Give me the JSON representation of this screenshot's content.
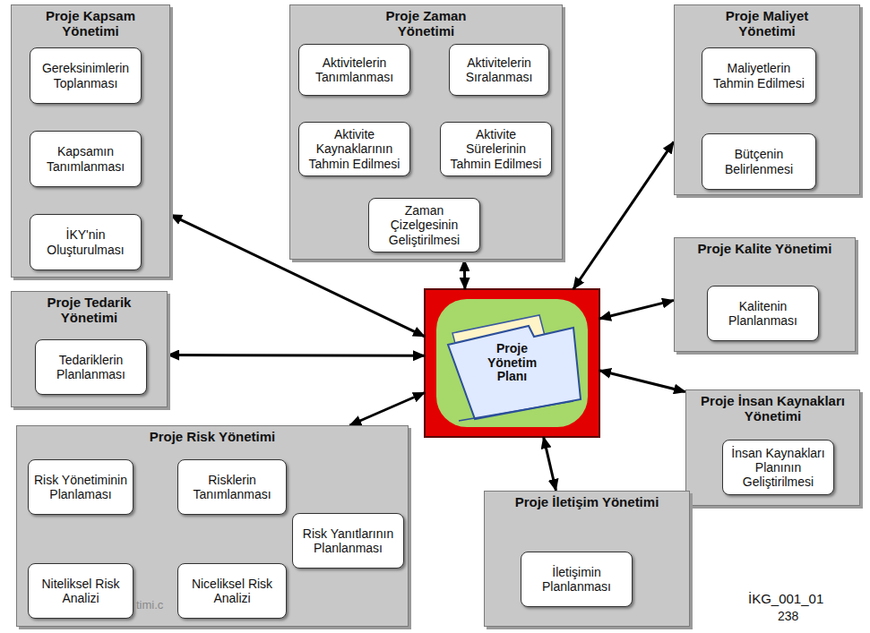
{
  "diagram": {
    "nodes": [
      {
        "text": [
          "Proje Kapsam Yönetimi"
        ]
      },
      {
        "text": [
          "Gereksinimlerin Toplanması"
        ],
        "in": 0
      },
      {
        "text": [
          "Kapsamın Tanımlanması"
        ],
        "in": 0
      },
      {
        "text": [
          "İKY'nin Oluşturulması"
        ],
        "in": 0
      },
      {
        "text": [
          "Proje Zaman Yönetimi"
        ]
      },
      {
        "text": [
          "Aktivitelerin Tanımlanması"
        ],
        "in": 4
      },
      {
        "text": [
          "Aktivitelerin Sıralanması"
        ],
        "in": 4
      },
      {
        "text": [
          "Aktivite Kaynaklarının Tahmin Edilmesi"
        ],
        "in": 4
      },
      {
        "text": [
          "Aktivite Sürelerinin Tahmin Edilmesi"
        ],
        "in": 4
      },
      {
        "text": [
          "Zaman Çizelgesinin Geliştirilmesi"
        ],
        "in": 4
      },
      {
        "text": [
          "Proje Maliyet Yönetimi"
        ]
      },
      {
        "text": [
          "Maliyetlerin Tahmin Edilmesi"
        ],
        "in": 10
      },
      {
        "text": [
          "Bütçenin Belirlenmesi"
        ],
        "in": 10
      },
      {
        "text": [
          "Proje Tedarik Yönetimi"
        ]
      },
      {
        "text": [
          "Tedariklerin Planlanması"
        ],
        "in": 13
      },
      {
        "text": [
          "Proje Yönetim Planı"
        ]
      },
      {
        "text": [
          "Proje Kalite Yönetimi"
        ]
      },
      {
        "text": [
          "Kalitenin Planlanması"
        ],
        "in": 16
      },
      {
        "text": [
          "Proje İnsan Kaynakları Yönetimi"
        ]
      },
      {
        "text": [
          "İnsan Kaynakları Planının Geliştirilmesi"
        ],
        "in": 18
      },
      {
        "text": [
          "Proje Risk Yönetimi"
        ]
      },
      {
        "text": [
          "Risk Yönetiminin Planlaması"
        ],
        "in": 20
      },
      {
        "text": [
          "Risklerin Tanımlanması"
        ],
        "in": 20
      },
      {
        "text": [
          "Risk Yanıtlarının Planlanması"
        ],
        "in": 20
      },
      {
        "text": [
          "Niteliksel Risk Analizi"
        ],
        "in": 20
      },
      {
        "text": [
          "Niceliksel Risk Analizi"
        ],
        "in": 20
      },
      {
        "text": [
          "Proje İletişim Yönetimi"
        ]
      },
      {
        "text": [
          "İletişimin Planlanması"
        ],
        "in": 26
      }
    ],
    "edges": [
      {
        "from": 1,
        "to": 2,
        "arrow": "both"
      },
      {
        "from": 2,
        "to": 3,
        "arrow": "both"
      },
      {
        "from": 5,
        "to": 6,
        "arrow": "both"
      },
      {
        "from": 5,
        "to": 7,
        "arrow": "both"
      },
      {
        "from": 6,
        "to": 8,
        "arrow": "both"
      },
      {
        "from": 7,
        "to": 8,
        "arrow": "both"
      },
      {
        "from": 5,
        "to": 8,
        "arrow": "both"
      },
      {
        "from": 6,
        "to": 7,
        "arrow": "both"
      },
      {
        "from": 5,
        "to": 9,
        "arrow": "both"
      },
      {
        "from": 6,
        "to": 9,
        "arrow": "both"
      },
      {
        "from": 7,
        "to": 9,
        "arrow": "both"
      },
      {
        "from": 8,
        "to": 9,
        "arrow": "both"
      },
      {
        "from": 11,
        "to": 12,
        "arrow": "both"
      },
      {
        "from": 21,
        "to": 22,
        "arrow": "both"
      },
      {
        "from": 22,
        "to": 23,
        "arrow": "to"
      },
      {
        "from": 21,
        "to": 24,
        "arrow": "both"
      },
      {
        "from": 22,
        "to": 25,
        "arrow": "both"
      },
      {
        "from": 24,
        "to": 25,
        "arrow": "both"
      },
      {
        "from": 25,
        "to": 23,
        "arrow": "to"
      },
      {
        "from": 21,
        "to": 25,
        "arrow": "both"
      },
      {
        "from": 22,
        "to": 24,
        "arrow": "both"
      },
      {
        "from": 21,
        "to": 23,
        "arrow": "to"
      },
      {
        "from": 24,
        "to": 23,
        "arrow": "to"
      },
      {
        "from": 0,
        "to": 15,
        "arrow": "both"
      },
      {
        "from": 4,
        "to": 15,
        "arrow": "both"
      },
      {
        "from": 10,
        "to": 15,
        "arrow": "both"
      },
      {
        "from": 13,
        "to": 15,
        "arrow": "both"
      },
      {
        "from": 16,
        "to": 15,
        "arrow": "both"
      },
      {
        "from": 18,
        "to": 15,
        "arrow": "both"
      },
      {
        "from": 20,
        "to": 15,
        "arrow": "both"
      },
      {
        "from": 26,
        "to": 15,
        "arrow": "both"
      }
    ],
    "labels": [
      "İKG_001_01",
      "238",
      "timi.c"
    ]
  }
}
